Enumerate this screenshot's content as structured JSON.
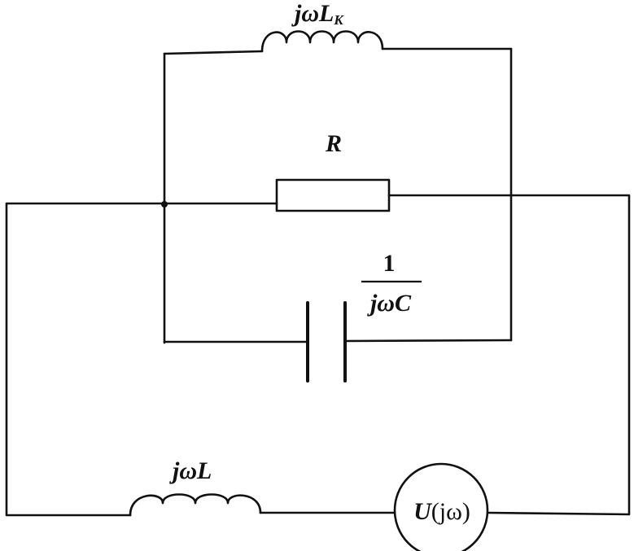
{
  "diagram": {
    "labels": {
      "coupling_inductor": {
        "prefix": "jω",
        "symbol": "L",
        "subscript": "K"
      },
      "resistor": "R",
      "capacitor": {
        "numerator": "1",
        "denominator": "jωC"
      },
      "series_inductor": "jωL",
      "source": {
        "symbol": "U",
        "argument": "(jω)"
      }
    }
  }
}
